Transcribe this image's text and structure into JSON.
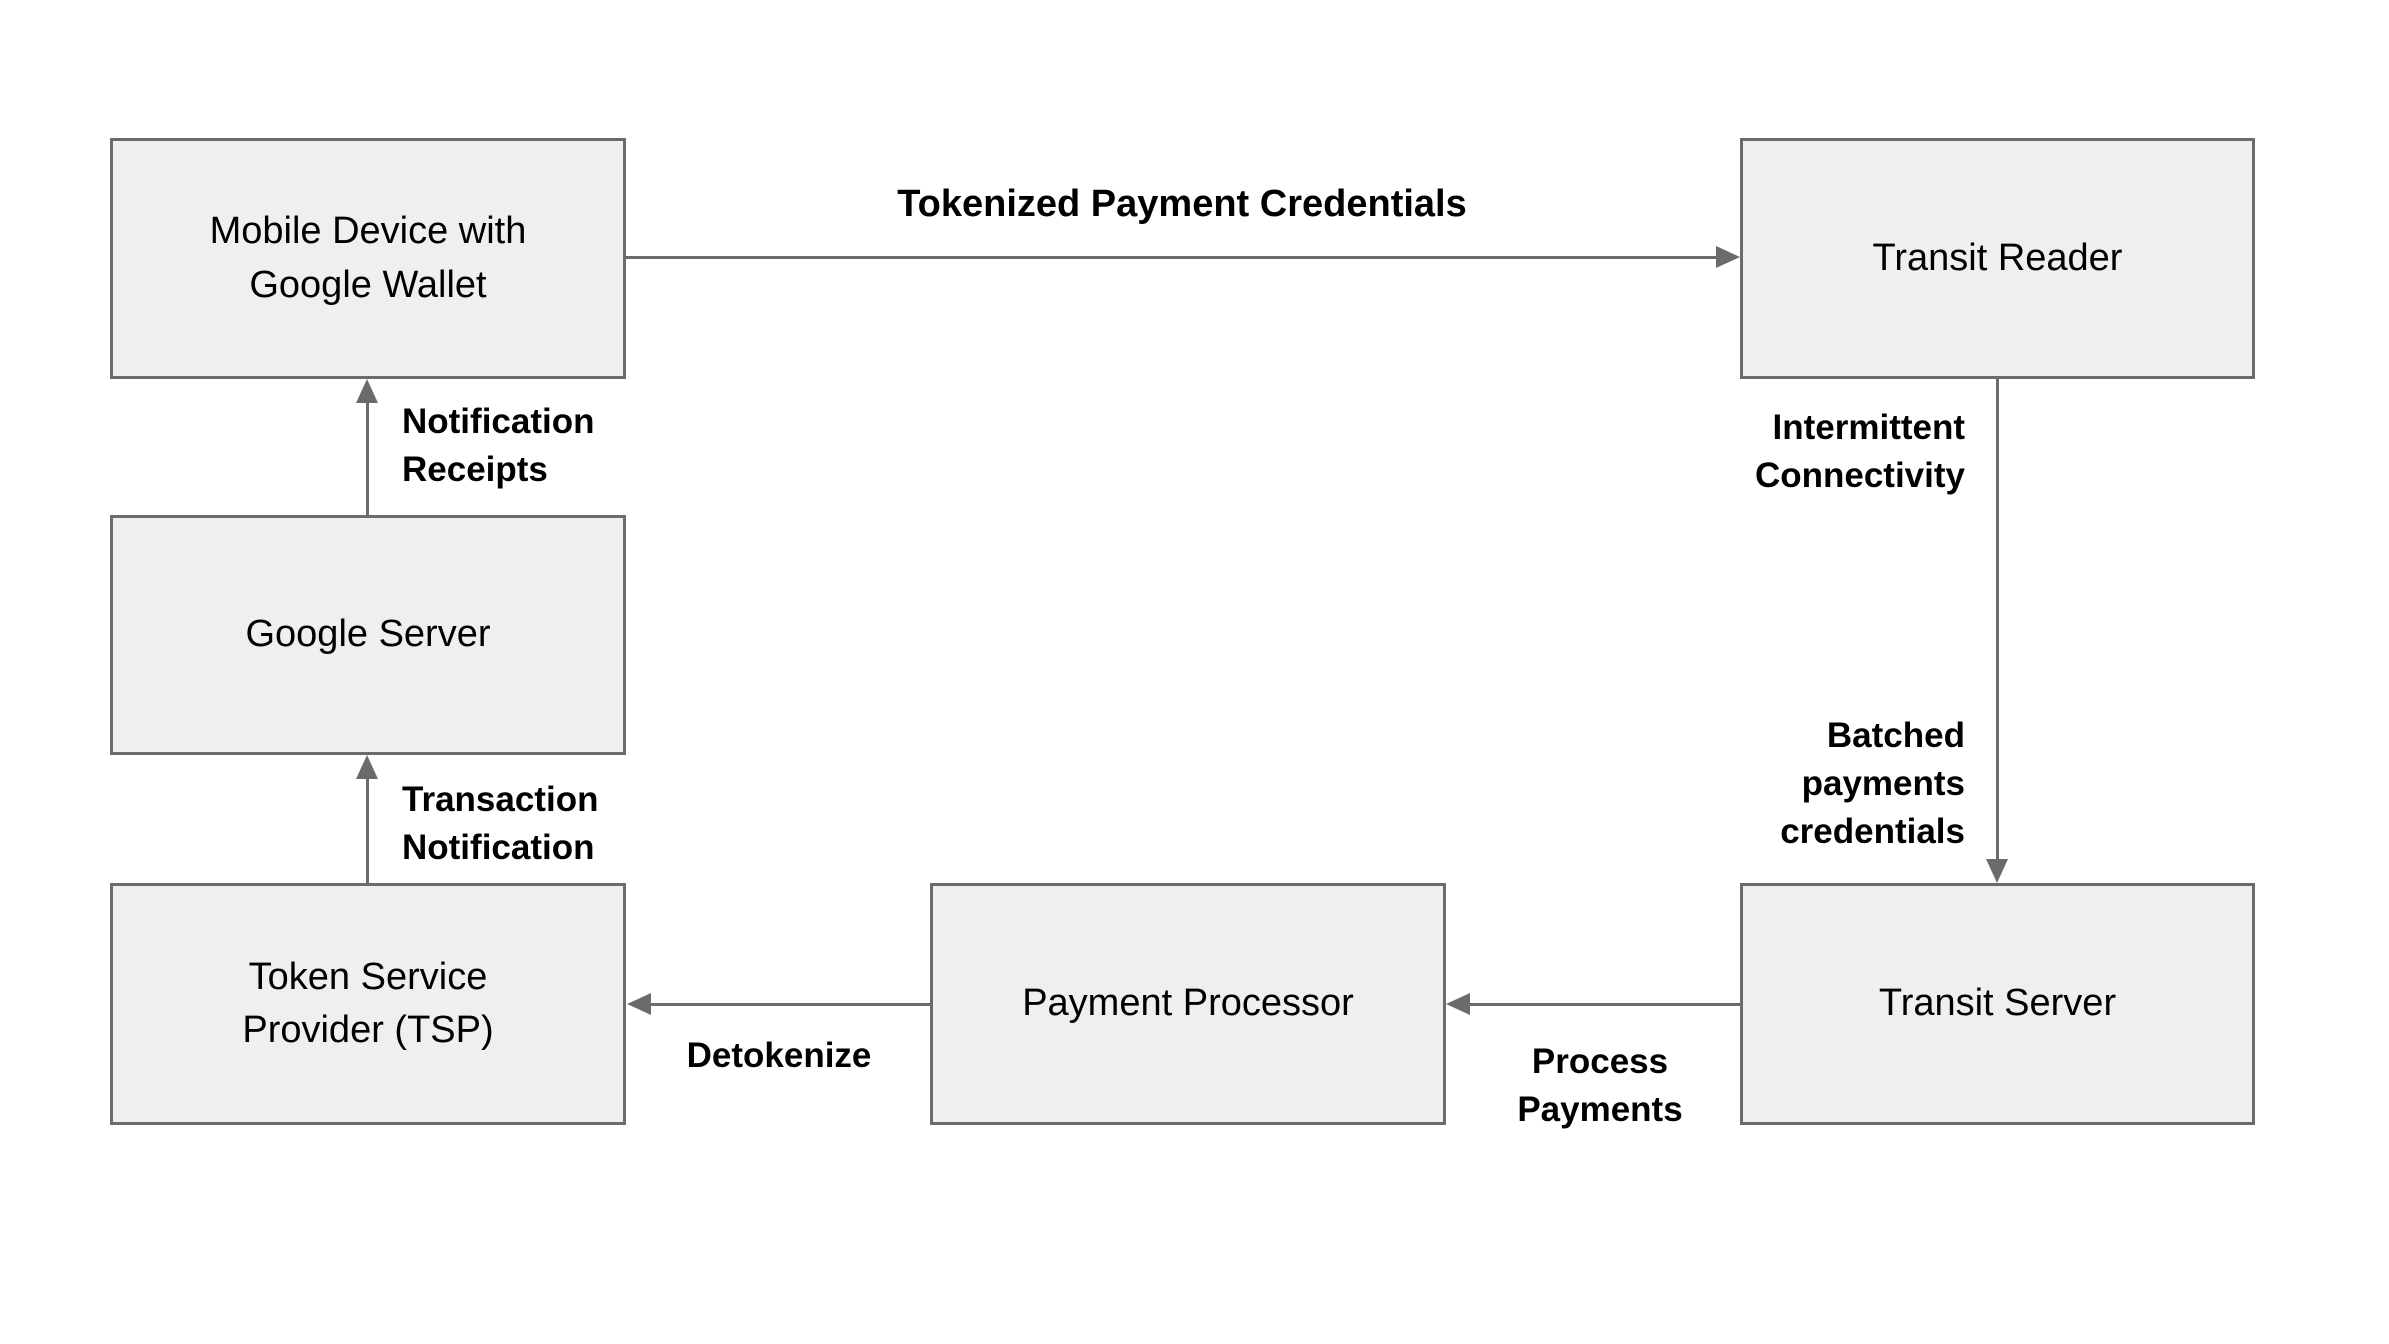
{
  "diagram": {
    "colors": {
      "background": "#ffffff",
      "node_fill": "#efefef",
      "node_border": "#6b6b6b",
      "arrow": "#6b6b6b",
      "text": "#000000"
    },
    "nodes": {
      "mobile_device": {
        "lines": [
          "Mobile Device with",
          "Google Wallet"
        ]
      },
      "transit_reader": {
        "lines": [
          "Transit Reader"
        ]
      },
      "google_server": {
        "lines": [
          "Google Server"
        ]
      },
      "tsp": {
        "lines": [
          "Token Service",
          "Provider (TSP)"
        ]
      },
      "payment_processor": {
        "lines": [
          "Payment Processor"
        ]
      },
      "transit_server": {
        "lines": [
          "Transit Server"
        ]
      }
    },
    "edges": {
      "tokenized_payment_credentials": {
        "from": "mobile_device",
        "to": "transit_reader",
        "direction": "right",
        "lines": [
          "Tokenized Payment Credentials"
        ]
      },
      "intermittent_connectivity_batched": {
        "from": "transit_reader",
        "to": "transit_server",
        "direction": "down",
        "label_top": {
          "lines": [
            "Intermittent",
            "Connectivity"
          ]
        },
        "label_bottom": {
          "lines": [
            "Batched",
            "payments",
            "credentials"
          ]
        }
      },
      "process_payments": {
        "from": "transit_server",
        "to": "payment_processor",
        "direction": "left",
        "lines": [
          "Process",
          "Payments"
        ]
      },
      "detokenize": {
        "from": "payment_processor",
        "to": "tsp",
        "direction": "left",
        "lines": [
          "Detokenize"
        ]
      },
      "transaction_notification": {
        "from": "tsp",
        "to": "google_server",
        "direction": "up",
        "lines": [
          "Transaction",
          "Notification"
        ]
      },
      "notification_receipts": {
        "from": "google_server",
        "to": "mobile_device",
        "direction": "up",
        "lines": [
          "Notification",
          "Receipts"
        ]
      }
    }
  }
}
